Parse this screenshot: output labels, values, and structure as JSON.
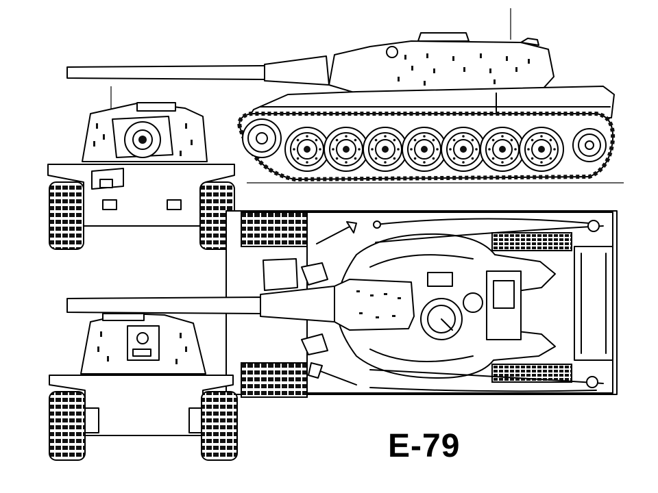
{
  "diagram": {
    "title": "E-79",
    "views": [
      "side-view",
      "front-view",
      "top-view",
      "rear-view"
    ],
    "road_wheel_count": 7,
    "line_color": "#000000",
    "background_color": "#ffffff"
  }
}
